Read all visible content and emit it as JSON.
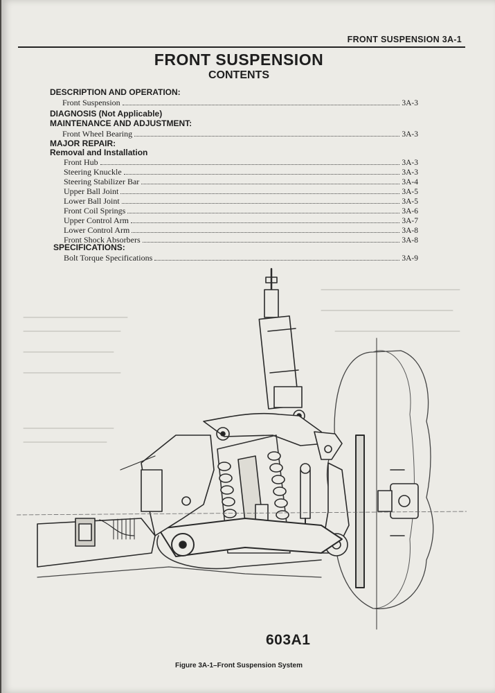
{
  "running_head": "FRONT SUSPENSION  3A-1",
  "title": "FRONT SUSPENSION",
  "subtitle": "CONTENTS",
  "sections": {
    "description": "DESCRIPTION AND OPERATION:",
    "diagnosis": "DIAGNOSIS (Not Applicable)",
    "maintenance": "MAINTENANCE AND ADJUSTMENT:",
    "major_repair": "MAJOR REPAIR:",
    "removal": "Removal and Installation",
    "specifications": "SPECIFICATIONS:"
  },
  "entries": {
    "front_suspension": {
      "label": "Front Suspension",
      "page": "3A-3"
    },
    "front_wheel_bearing": {
      "label": "Front Wheel Bearing",
      "page": "3A-3"
    },
    "front_hub": {
      "label": "Front Hub",
      "page": "3A-3"
    },
    "steering_knuckle": {
      "label": "Steering Knuckle",
      "page": "3A-3"
    },
    "stabilizer_bar": {
      "label": "Steering Stabilizer Bar",
      "page": "3A-4"
    },
    "upper_ball_joint": {
      "label": "Upper Ball Joint",
      "page": "3A-5"
    },
    "lower_ball_joint": {
      "label": "Lower Ball Joint",
      "page": "3A-5"
    },
    "coil_springs": {
      "label": "Front Coil Springs",
      "page": "3A-6"
    },
    "upper_control_arm": {
      "label": "Upper Control Arm",
      "page": "3A-7"
    },
    "lower_control_arm": {
      "label": "Lower Control Arm",
      "page": "3A-8"
    },
    "shock_absorbers": {
      "label": "Front Shock Absorbers",
      "page": "3A-8"
    },
    "bolt_torque": {
      "label": "Bolt Torque Specifications",
      "page": "3A-9"
    }
  },
  "figure": {
    "number": "603A1",
    "caption": "Figure 3A-1–Front Suspension System"
  }
}
